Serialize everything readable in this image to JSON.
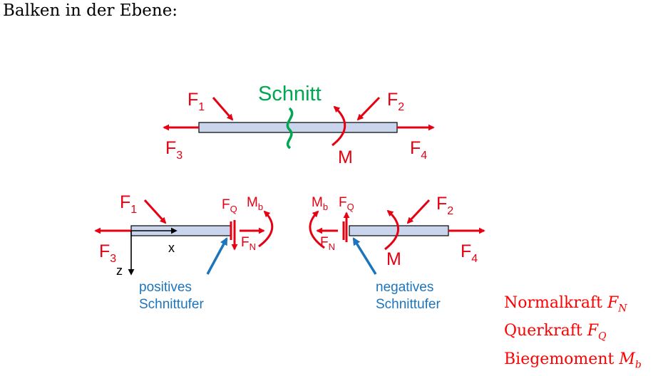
{
  "heading": "Balken in der Ebene:",
  "colors": {
    "force": "#e60012",
    "cut": "#00a651",
    "note": "#1c75bc",
    "beam": "#c9d5ec"
  },
  "top_diagram": {
    "cut_label": "Schnitt",
    "labels": {
      "f1": "F",
      "f1_sub": "1",
      "f2": "F",
      "f2_sub": "2",
      "f3": "F",
      "f3_sub": "3",
      "f4": "F",
      "f4_sub": "4",
      "m": "M"
    }
  },
  "left_part": {
    "labels": {
      "f1": "F",
      "f1_sub": "1",
      "f3": "F",
      "f3_sub": "3",
      "fq": "F",
      "fq_sub": "Q",
      "fn": "F",
      "fn_sub": "N",
      "mb": "M",
      "mb_sub": "b",
      "x": "x",
      "z": "z"
    },
    "note_line1": "positives",
    "note_line2": "Schnittufer"
  },
  "right_part": {
    "labels": {
      "f2": "F",
      "f2_sub": "2",
      "f4": "F",
      "f4_sub": "4",
      "fq": "F",
      "fq_sub": "Q",
      "fn": "F",
      "fn_sub": "N",
      "mb": "M",
      "mb_sub": "b",
      "m": "M"
    },
    "note_line1": "negatives",
    "note_line2": "Schnittufer"
  },
  "legend": [
    {
      "text": "Normalkraft",
      "sym": "F",
      "sub": "N"
    },
    {
      "text": "Querkraft",
      "sym": "F",
      "sub": "Q"
    },
    {
      "text": "Biegemoment",
      "sym": "M",
      "sub": "b"
    }
  ]
}
